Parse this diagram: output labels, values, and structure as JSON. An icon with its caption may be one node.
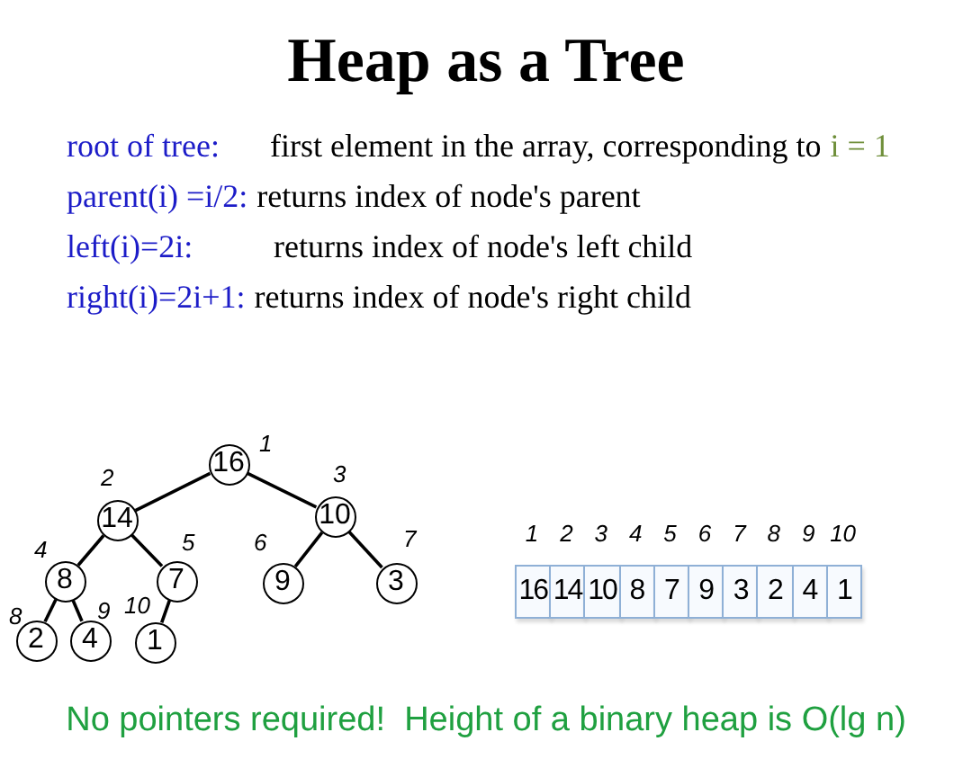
{
  "diagram": {
    "title": "Heap as a Tree",
    "nodes": [
      {
        "text": [
          "16"
        ],
        "beside": [
          "1"
        ]
      },
      {
        "text": [
          "14"
        ],
        "beside": [
          "2"
        ]
      },
      {
        "text": [
          "10"
        ],
        "beside": [
          "3"
        ]
      },
      {
        "text": [
          "8"
        ],
        "beside": [
          "4"
        ]
      },
      {
        "text": [
          "7"
        ],
        "beside": [
          "5"
        ]
      },
      {
        "text": [
          "9"
        ],
        "beside": [
          "6"
        ]
      },
      {
        "text": [
          "3"
        ],
        "beside": [
          "7"
        ]
      },
      {
        "text": [
          "2"
        ],
        "beside": [
          "8"
        ]
      },
      {
        "text": [
          "4"
        ],
        "beside": [
          "9"
        ]
      },
      {
        "text": [
          "1"
        ],
        "beside": [
          "10"
        ]
      },
      {
        "text": [
          "16"
        ]
      },
      {
        "text": [
          "14"
        ]
      },
      {
        "text": [
          "10"
        ]
      },
      {
        "text": [
          "8"
        ]
      },
      {
        "text": [
          "7"
        ]
      },
      {
        "text": [
          "9"
        ]
      },
      {
        "text": [
          "3"
        ]
      },
      {
        "text": [
          "2"
        ]
      },
      {
        "text": [
          "4"
        ]
      },
      {
        "text": [
          "1"
        ]
      }
    ],
    "edges": [
      {
        "from": 0,
        "to": 1,
        "arrow": "none"
      },
      {
        "from": 0,
        "to": 2,
        "arrow": "none"
      },
      {
        "from": 1,
        "to": 3,
        "arrow": "none"
      },
      {
        "from": 1,
        "to": 4,
        "arrow": "none"
      },
      {
        "from": 2,
        "to": 5,
        "arrow": "none"
      },
      {
        "from": 2,
        "to": 6,
        "arrow": "none"
      },
      {
        "from": 3,
        "to": 7,
        "arrow": "none"
      },
      {
        "from": 3,
        "to": 8,
        "arrow": "none"
      },
      {
        "from": 4,
        "to": 9,
        "arrow": "none"
      }
    ],
    "labels": [
      "root of tree:",
      "first element in the array, corresponding to",
      "i = 1",
      "parent(i) =i/2:",
      "returns index of node's parent",
      "left(i)=2i:",
      "returns index of node's left child",
      "right(i)=2i+1:",
      "returns index of node's right child",
      "1",
      "2",
      "3",
      "4",
      "5",
      "6",
      "7",
      "8",
      "9",
      "10"
    ],
    "caption": "No pointers required!  Height of a binary heap is O(lg n)"
  }
}
